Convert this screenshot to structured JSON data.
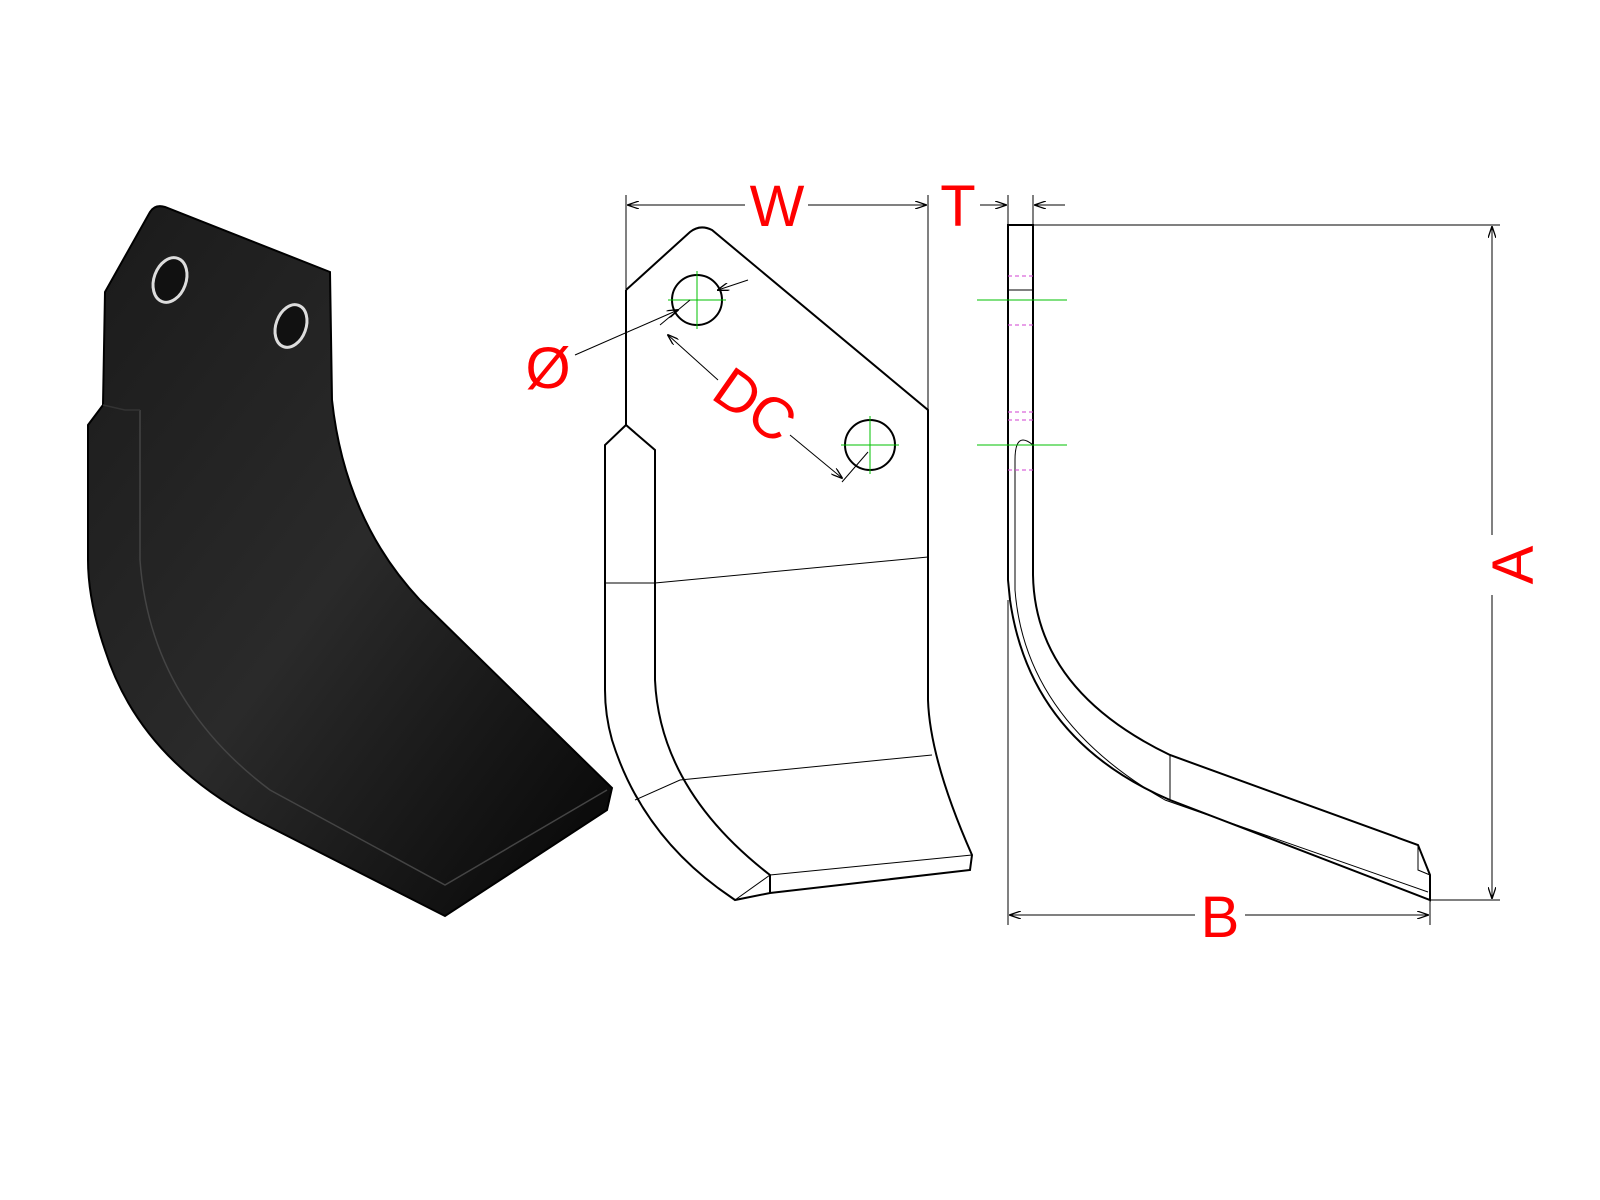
{
  "labels": {
    "width": "W",
    "thickness": "T",
    "hole_diameter": "Ø",
    "hole_distance": "DC",
    "height": "A",
    "length": "B"
  },
  "colors": {
    "dimension_text": "#ff0000",
    "blade": "#000000",
    "centerline": "#00c000"
  }
}
